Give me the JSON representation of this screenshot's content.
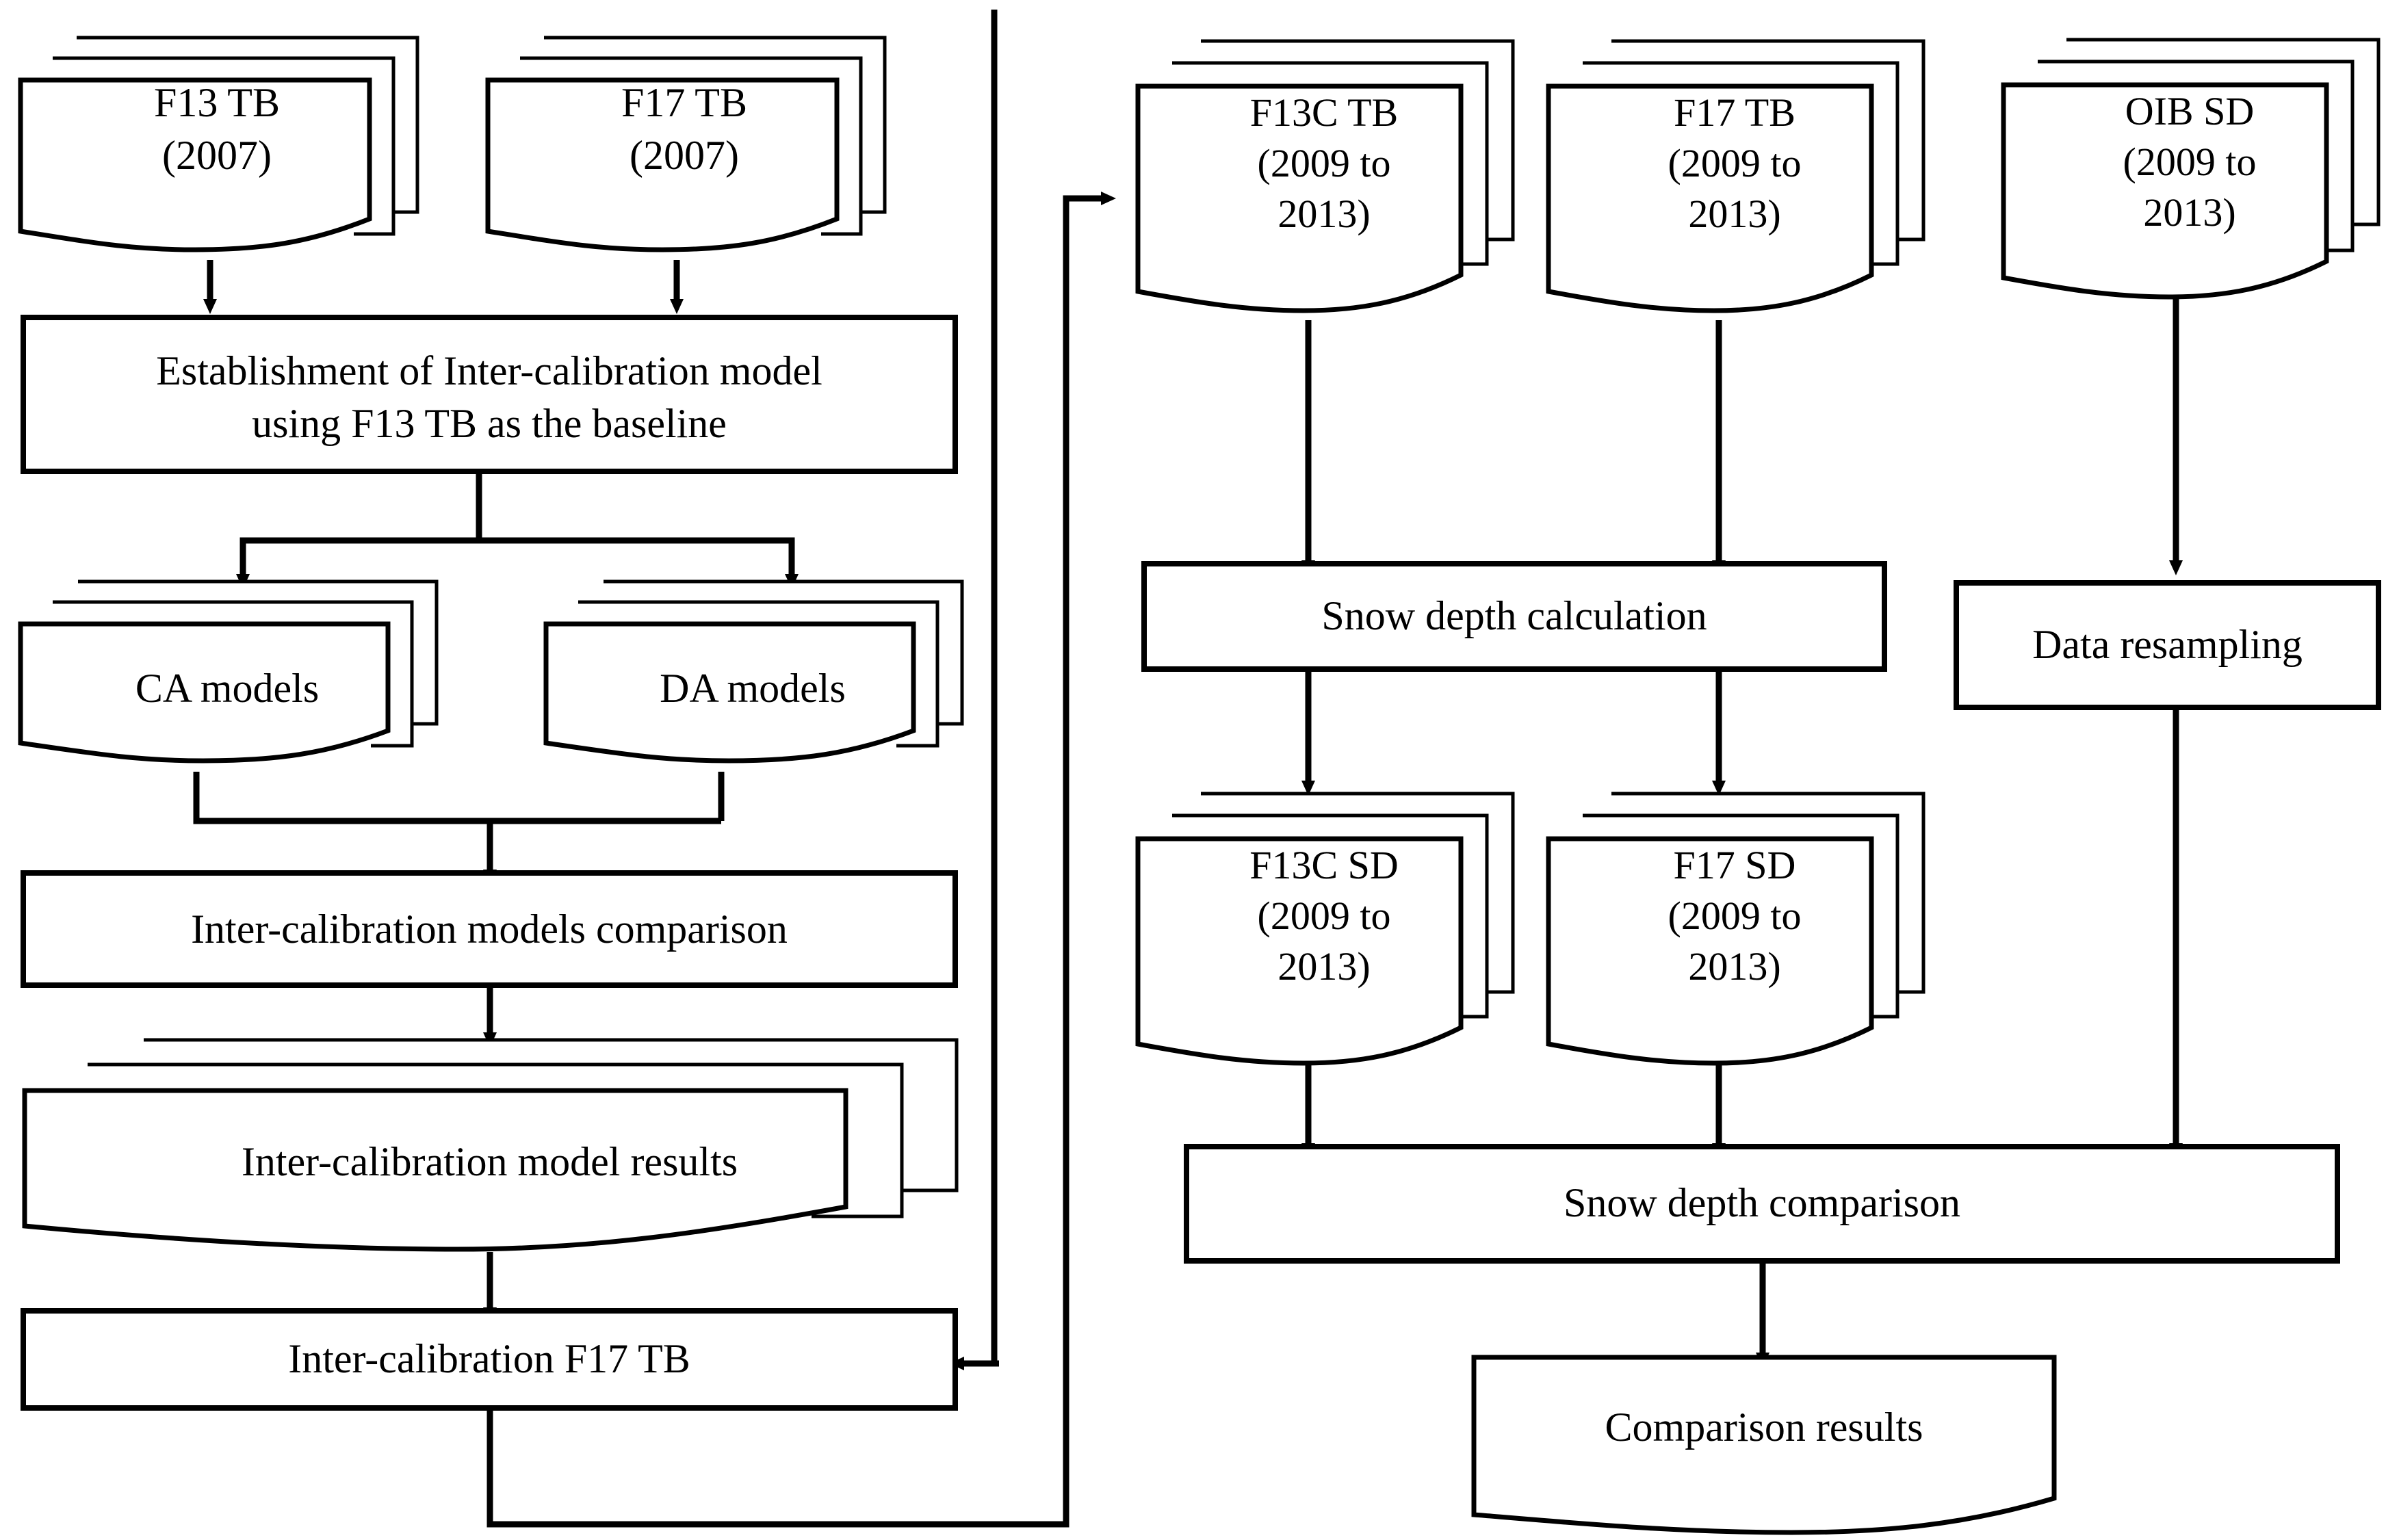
{
  "diagram": {
    "type": "flowchart",
    "title": "Inter-calibration and snow depth comparison workflow",
    "stroke_color": "#000000",
    "fill_color": "#ffffff",
    "background": "#ffffff"
  },
  "nodes": {
    "f13_tb_2007": {
      "label": "F13 TB\n(2007)",
      "shape": "multi-document"
    },
    "f17_tb_2007": {
      "label": "F17 TB\n(2007)",
      "shape": "multi-document"
    },
    "establishment": {
      "label": "Establishment of Inter-calibration model\nusing F13 TB as the baseline",
      "shape": "process"
    },
    "ca_models": {
      "label": "CA models",
      "shape": "multi-document"
    },
    "da_models": {
      "label": "DA models",
      "shape": "multi-document"
    },
    "models_comparison": {
      "label": "Inter-calibration models comparison",
      "shape": "process"
    },
    "model_results": {
      "label": "Inter-calibration model results",
      "shape": "multi-document"
    },
    "intercal_f17_tb": {
      "label": "Inter-calibration F17 TB",
      "shape": "process"
    },
    "f13c_tb": {
      "label": "F13C TB\n(2009 to\n2013)",
      "shape": "multi-document"
    },
    "f17_tb_range": {
      "label": "F17 TB\n(2009 to\n2013)",
      "shape": "multi-document"
    },
    "oib_sd": {
      "label": "OIB SD\n(2009 to\n2013)",
      "shape": "multi-document"
    },
    "snow_depth_calculation": {
      "label": "Snow depth calculation",
      "shape": "process"
    },
    "data_resampling": {
      "label": "Data resampling",
      "shape": "process"
    },
    "f13c_sd": {
      "label": "F13C SD\n(2009 to\n2013)",
      "shape": "multi-document"
    },
    "f17_sd": {
      "label": "F17 SD\n(2009 to\n2013)",
      "shape": "multi-document"
    },
    "snow_depth_comparison": {
      "label": "Snow depth comparison",
      "shape": "process"
    },
    "comparison_results": {
      "label": "Comparison results",
      "shape": "document"
    }
  },
  "edges": [
    {
      "from": "f13_tb_2007",
      "to": "establishment",
      "arrow": "down"
    },
    {
      "from": "f17_tb_2007",
      "to": "establishment",
      "arrow": "down"
    },
    {
      "from": "establishment",
      "to": "ca_models",
      "arrow": "down"
    },
    {
      "from": "establishment",
      "to": "da_models",
      "arrow": "down"
    },
    {
      "from": "ca_models",
      "to": "models_comparison",
      "arrow": "down"
    },
    {
      "from": "da_models",
      "to": "models_comparison",
      "arrow": "down"
    },
    {
      "from": "models_comparison",
      "to": "model_results",
      "arrow": "down"
    },
    {
      "from": "model_results",
      "to": "intercal_f17_tb",
      "arrow": "down"
    },
    {
      "from": "f17_tb_2007",
      "to": "intercal_f17_tb",
      "arrow": "left"
    },
    {
      "from": "intercal_f17_tb",
      "to": "f13c_tb",
      "arrow": "right"
    },
    {
      "from": "f13c_tb",
      "to": "snow_depth_calculation",
      "arrow": "down"
    },
    {
      "from": "f17_tb_range",
      "to": "snow_depth_calculation",
      "arrow": "down"
    },
    {
      "from": "snow_depth_calculation",
      "to": "f13c_sd",
      "arrow": "down"
    },
    {
      "from": "snow_depth_calculation",
      "to": "f17_sd",
      "arrow": "down"
    },
    {
      "from": "oib_sd",
      "to": "data_resampling",
      "arrow": "down"
    },
    {
      "from": "f13c_sd",
      "to": "snow_depth_comparison",
      "arrow": "down"
    },
    {
      "from": "f17_sd",
      "to": "snow_depth_comparison",
      "arrow": "down"
    },
    {
      "from": "data_resampling",
      "to": "snow_depth_comparison",
      "arrow": "down"
    },
    {
      "from": "snow_depth_comparison",
      "to": "comparison_results",
      "arrow": "down"
    }
  ]
}
